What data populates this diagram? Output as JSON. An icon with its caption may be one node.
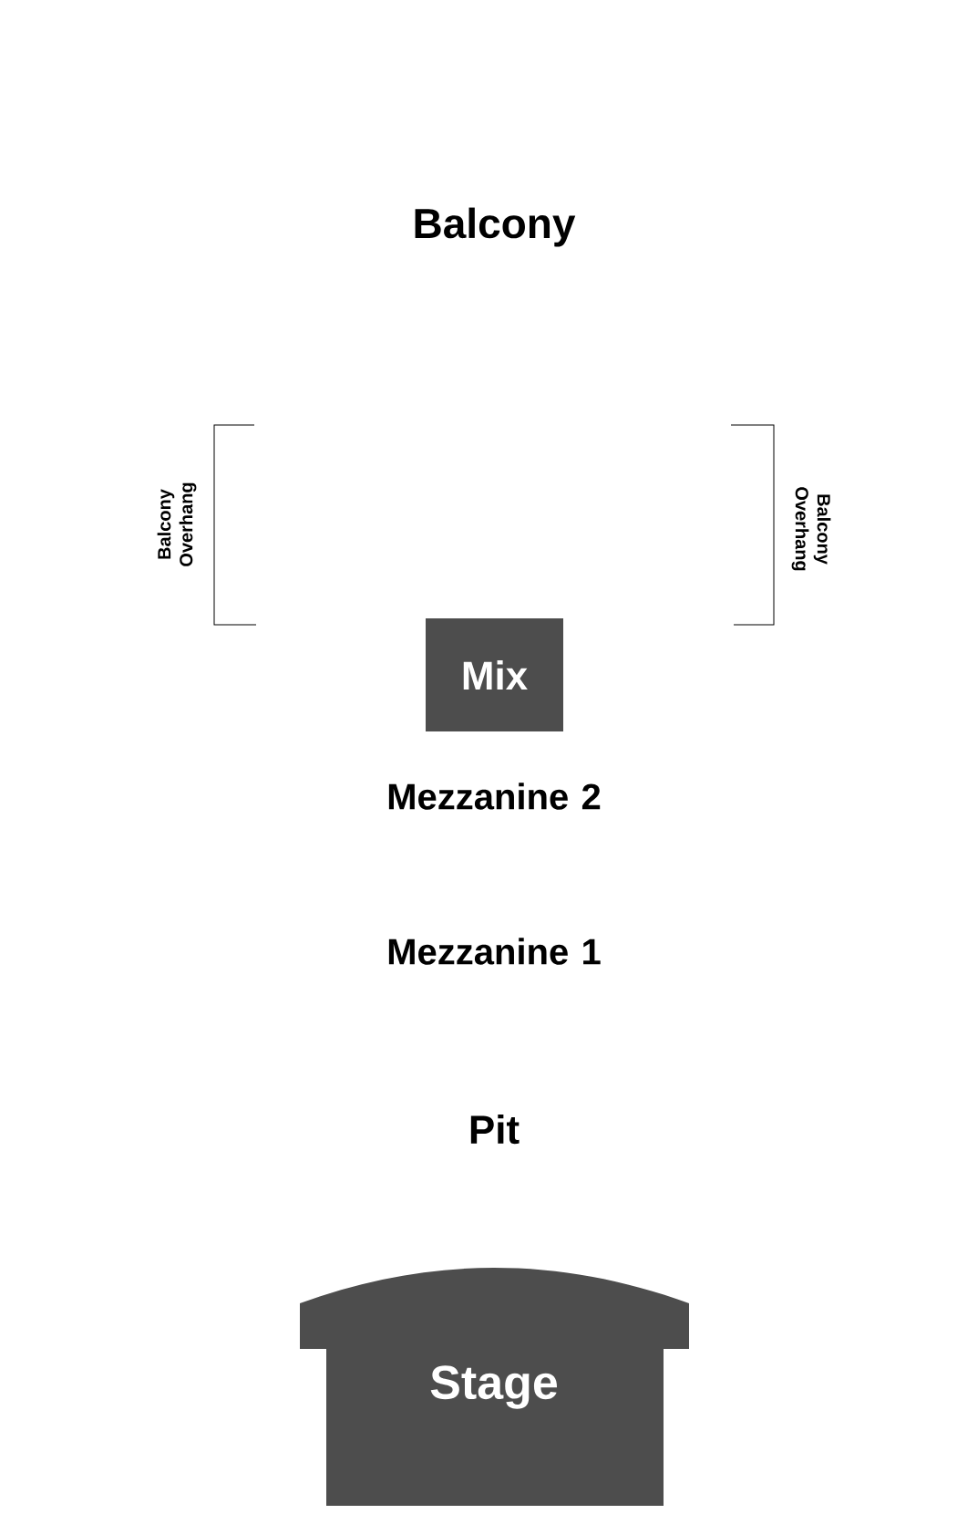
{
  "diagram": {
    "nodes": [
      {
        "text": [
          "Mix"
        ]
      },
      {
        "text": [
          "Stage"
        ]
      }
    ],
    "labels": [
      "Balcony",
      "Balcony Overhang",
      "Balcony Overhang",
      "Mezzanine 2",
      "Mezzanine 1",
      "Pit"
    ]
  }
}
